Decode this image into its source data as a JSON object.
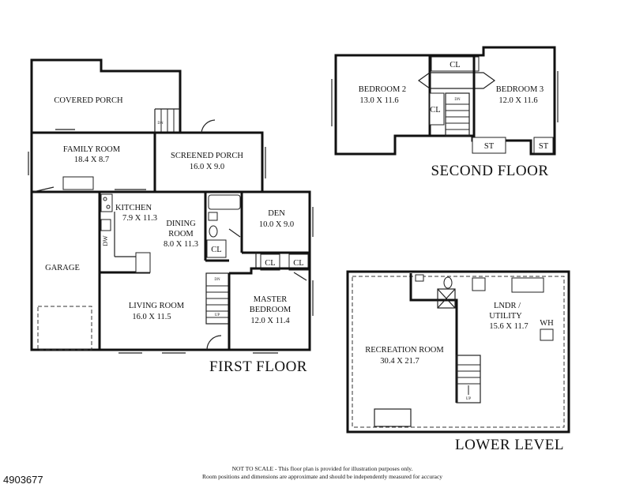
{
  "first_floor": {
    "title": "FIRST FLOOR",
    "covered_porch": "COVERED PORCH",
    "family_room": "FAMILY ROOM",
    "family_room_dim": "18.4 X 8.7",
    "screened_porch": "SCREENED PORCH",
    "screened_porch_dim": "16.0 X 9.0",
    "kitchen": "KITCHEN",
    "kitchen_dim": "7.9 X 11.3",
    "dw": "DW",
    "dining_1": "DINING",
    "dining_2": "ROOM",
    "dining_dim": "8.0 X 11.3",
    "den": "DEN",
    "den_dim": "10.0 X 9.0",
    "cl": "CL",
    "garage": "GARAGE",
    "living_room": "LIVING ROOM",
    "living_room_dim": "16.0 X 11.5",
    "master_1": "MASTER",
    "master_2": "BEDROOM",
    "master_dim": "12.0 X 11.4",
    "dn": "DN",
    "up": "UP"
  },
  "second_floor": {
    "title": "SECOND FLOOR",
    "bedroom2": "BEDROOM 2",
    "bedroom2_dim": "13.0 X 11.6",
    "bedroom3": "BEDROOM 3",
    "bedroom3_dim": "12.0 X 11.6",
    "cl": "CL",
    "st": "ST",
    "dn": "DN"
  },
  "lower_level": {
    "title": "LOWER LEVEL",
    "rec_room": "RECREATION ROOM",
    "rec_room_dim": "30.4 X 21.7",
    "lndr_1": "LNDR /",
    "lndr_2": "UTILITY",
    "lndr_dim": "15.6 X 11.7",
    "wh": "WH",
    "up": "UP"
  },
  "disclaimer": {
    "line1": "NOT TO SCALE - This floor plan is provided for illustration purposes only.",
    "line2": "Room positions and dimensions are approximate and should be independently measured for accuracy"
  },
  "listing_id": "4903677"
}
